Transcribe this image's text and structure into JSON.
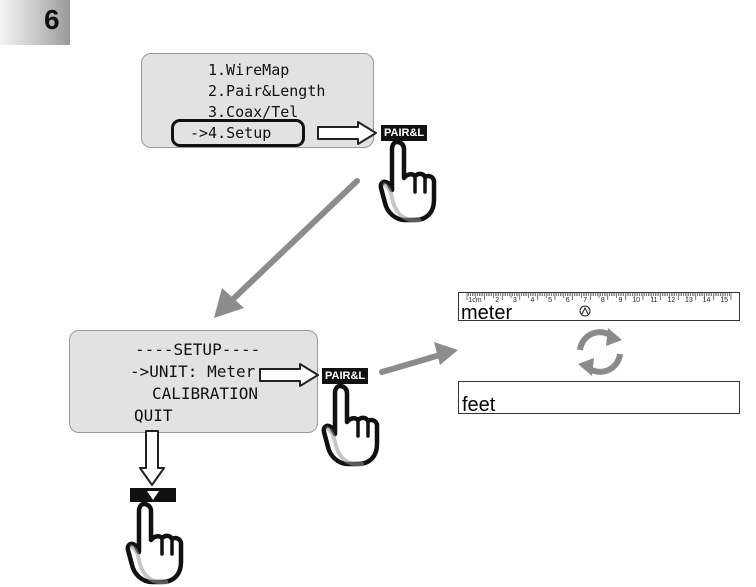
{
  "step": {
    "number": "6"
  },
  "main_menu": {
    "items": [
      "1.WireMap",
      "2.Pair&Length",
      "3.Coax/Tel"
    ],
    "selected": "->4.Setup"
  },
  "keys": {
    "pair_length_1": "PAIR&L",
    "pair_length_2": "PAIR&L"
  },
  "setup_menu": {
    "title": "----SETUP----",
    "unit": "->UNIT: Meter",
    "calibration": "CALIBRATION",
    "quit": "QUIT"
  },
  "units": {
    "meter": "meter",
    "feet": "feet",
    "ruler_ticks": [
      "1cm",
      "2",
      "3",
      "4",
      "5",
      "6",
      "7",
      "8",
      "9",
      "10",
      "11",
      "12",
      "13",
      "14",
      "15"
    ]
  }
}
